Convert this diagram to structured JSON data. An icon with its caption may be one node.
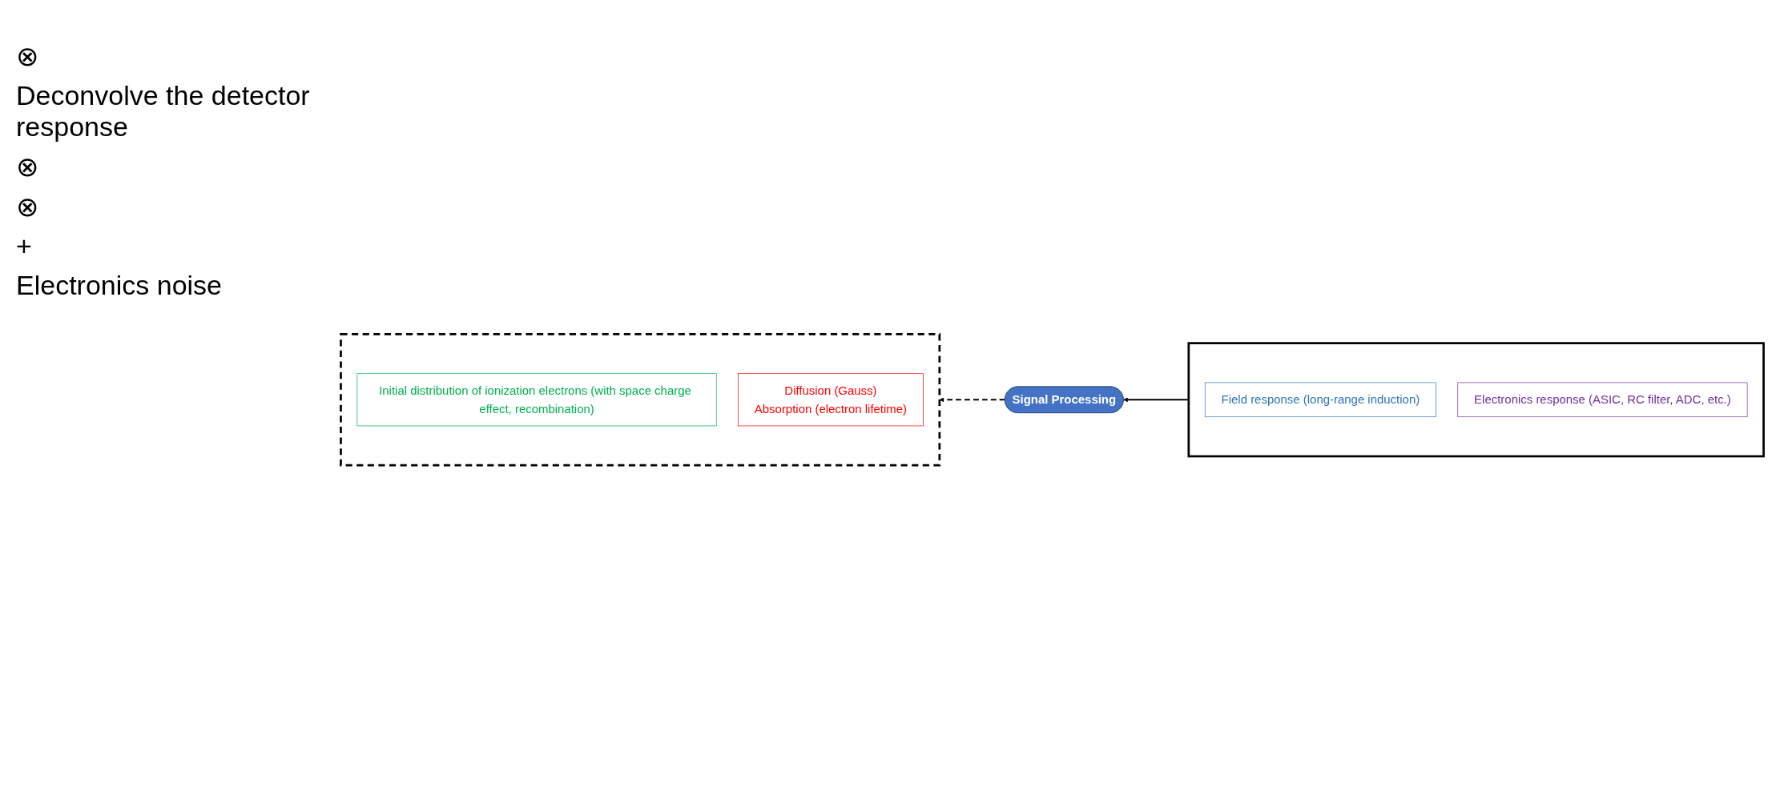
{
  "diagram": {
    "nodes": [
      {
        "text": [],
        "shape": "box"
      },
      {
        "text": [
          "Initial distribution of ionization electrons (with space charge effect, recombination)"
        ],
        "in": 0
      },
      {
        "text": [
          "Diffusion (Gauss)",
          "Absorption (electron lifetime)"
        ],
        "in": 0
      },
      {
        "text": [],
        "shape": "box"
      },
      {
        "text": [
          "Field response (long-range induction)"
        ],
        "in": 3
      },
      {
        "text": [
          "Electronics response (ASIC, RC filter, ADC, etc.)"
        ],
        "in": 3
      },
      {
        "text": [
          "Signal Processing"
        ]
      }
    ],
    "edges": [
      {
        "from": 3,
        "to": 6,
        "arrow": "to"
      },
      {
        "from": 6,
        "to": 0,
        "arrow": "to",
        "style": "dashed"
      }
    ],
    "labels": [
      "⊗",
      "Deconvolve the detector response",
      "⊗",
      "⊗",
      "+",
      "Electronics noise"
    ]
  }
}
